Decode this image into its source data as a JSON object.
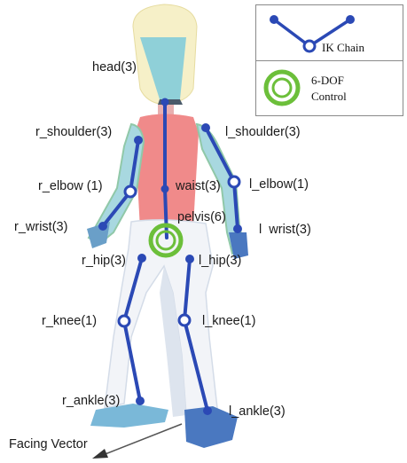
{
  "legend": {
    "ik_chain_label": "IK Chain",
    "control_label_line1": "6-DOF",
    "control_label_line2": "Control"
  },
  "joints": {
    "head": "head(3)",
    "r_shoulder": "r_shoulder(3)",
    "l_shoulder": "l_shoulder(3)",
    "r_elbow": "r_elbow (1)",
    "l_elbow": "l_elbow(1)",
    "waist": "waist(3)",
    "r_wrist": "r_wrist(3)",
    "l_wrist": "l  wrist(3)",
    "pelvis": "pelvis(6)",
    "r_hip": "r_hip(3)",
    "l_hip": "l_hip(3)",
    "r_knee": "r_knee(1)",
    "l_knee": "l_knee(1)",
    "r_ankle": "r_ankle(3)",
    "l_ankle": "l_ankle(3)"
  },
  "facing_vector_label": "Facing Vector",
  "colors": {
    "chain": "#2b49b5",
    "control_ring": "#6cbf3a",
    "torso": "#f08a8a",
    "head": "#8fd0d8",
    "legs": "#f2f4f8"
  }
}
